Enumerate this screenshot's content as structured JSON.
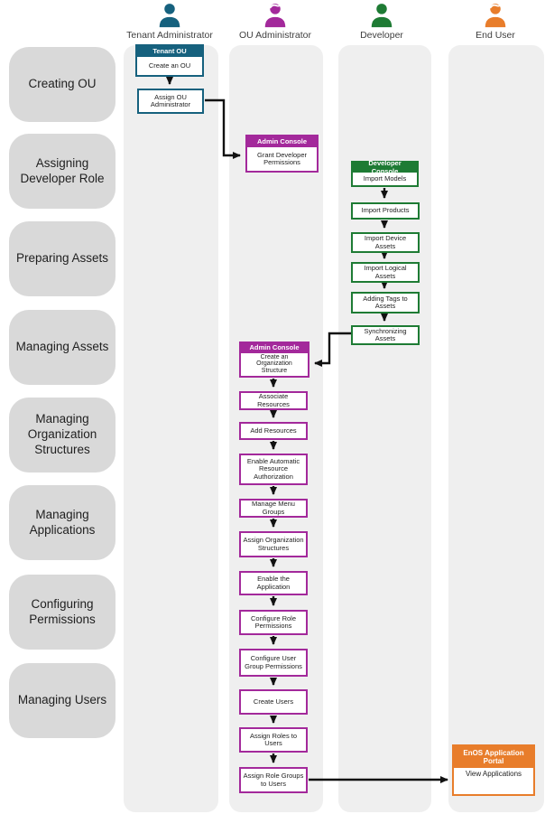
{
  "colors": {
    "teal": "#16617E",
    "purple": "#A3299B",
    "green": "#1E7B34",
    "orange": "#E87D2B",
    "lane": "#EFEFEF",
    "stage": "#D9D9D9",
    "arrow": "#111111"
  },
  "roles": [
    {
      "label": "Tenant Administrator"
    },
    {
      "label": "OU Administrator"
    },
    {
      "label": "Developer"
    },
    {
      "label": "End User"
    }
  ],
  "stages": [
    "Creating OU",
    "Assigning Developer Role",
    "Preparing Assets",
    "Managing Assets",
    "Managing Organization Structures",
    "Managing Applications",
    "Configuring Permissions",
    "Managing Users"
  ],
  "flow": {
    "tenant_ou": {
      "header": "Tenant OU",
      "step": "Create an OU"
    },
    "assign_ou_admin": "Assign OU Administrator",
    "admin_console_grant": {
      "header": "Admin Console",
      "step": "Grant Developer Permissions"
    },
    "developer_console": {
      "header": "Developer Console",
      "step": "Import Models"
    },
    "developer_steps": [
      "Import Products",
      "Import Device Assets",
      "Import Logical Assets",
      "Adding Tags to Assets",
      "Synchronizing Assets"
    ],
    "admin_console_org": {
      "header": "Admin Console",
      "step": "Create an Organization Structure"
    },
    "ou_steps": [
      "Associate Resources",
      "Add Resources",
      "Enable Automatic Resource Authorization",
      "Manage Menu Groups",
      "Assign Organization Structures",
      "Enable the Application",
      "Configure Role Permissions",
      "Configure User Group Permissions",
      "Create Users",
      "Assign Roles to Users",
      "Assign Role Groups to Users"
    ],
    "enos_portal": {
      "header": "EnOS Application Portal",
      "step": "View Applications"
    }
  }
}
